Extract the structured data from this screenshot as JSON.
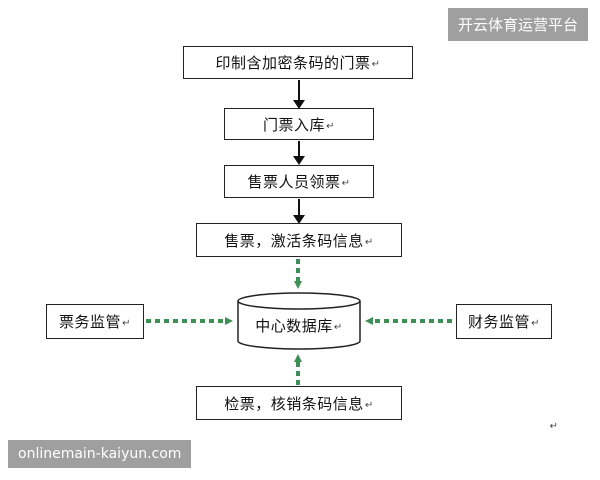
{
  "watermarks": {
    "top_right": "开云体育运营平台",
    "bottom_left": "onlinemain-kaiyun.com"
  },
  "paragraph_mark": "↵",
  "flow": {
    "step1": "印制含加密条码的门票",
    "step2": "门票入库",
    "step3": "售票人员领票",
    "step4": "售票，激活条码信息",
    "center": "中心数据库",
    "left": "票务监管",
    "right": "财务监管",
    "bottom": "检票，核销条码信息"
  },
  "colors": {
    "dashed_arrow": "#3e8f55",
    "solid_arrow": "#111111",
    "box_border": "#222222"
  }
}
